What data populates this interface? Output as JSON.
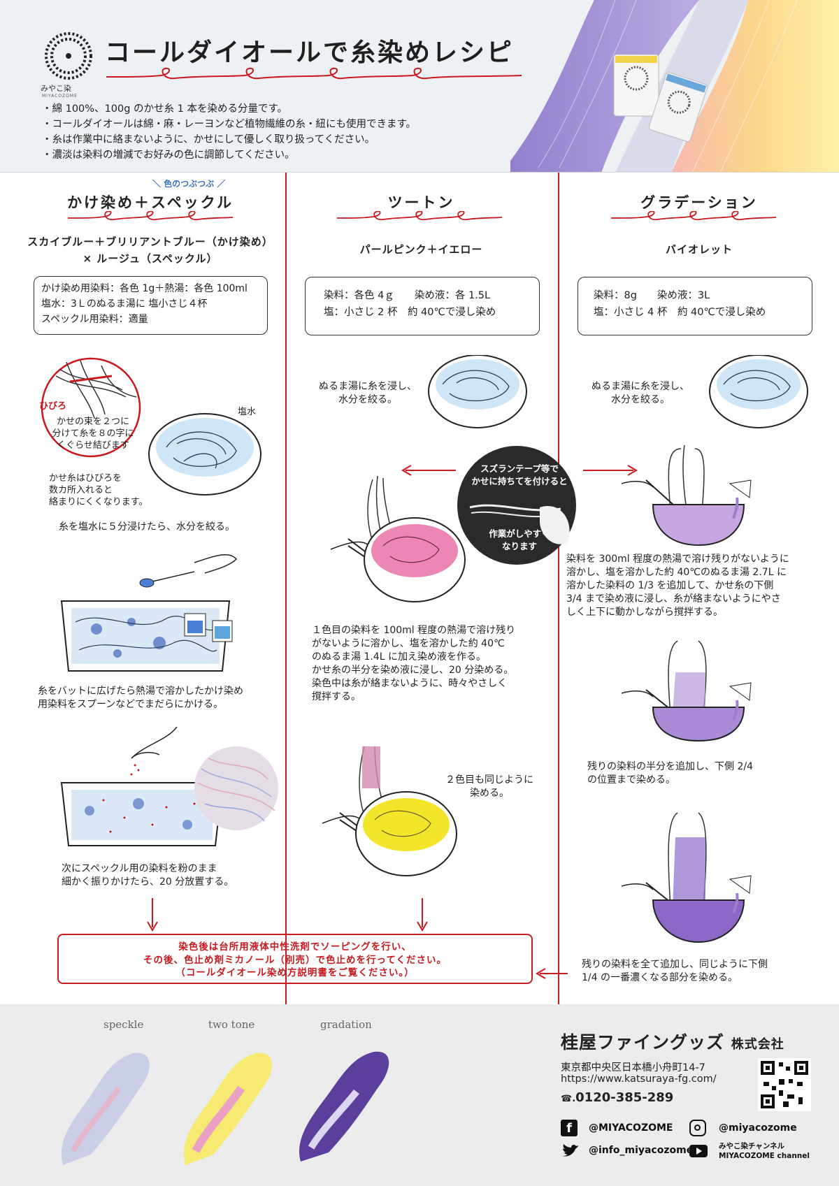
{
  "header": {
    "title": "コールダイオールで糸染めレシピ",
    "logo_text": "みやこ染",
    "logo_sub": "MIYACOZOME",
    "notes": [
      "・綿 100%、100g のかせ糸 1 本を染める分量です。",
      "・コールダイオールは綿・麻・レーヨンなど植物繊維の糸・紐にも使用できます。",
      "・糸は作業中に絡まないように、かせにして優しく取り扱ってください。",
      "・濃淡は染料の増減でお好みの色に調節してください。"
    ]
  },
  "columns": [
    {
      "tag": "＼ 色のつぶつぶ ／",
      "title": "かけ染め＋スペックル",
      "subtitle_lines": [
        "スカイブルー＋ブリリアントブルー（かけ染め）",
        "× ルージュ（スペックル）"
      ],
      "box_lines": [
        "かけ染め用染料：各色 1g＋熱湯：各色 100ml",
        "塩水：3Ｌのぬるま湯に 塩小さじ４杯",
        "スペックル用染料：適量"
      ],
      "hibiro_label": "ひびろ",
      "hibiro_lines": [
        "かせの束を２つに",
        "分けて糸を８の字に",
        "くぐらせ結びます"
      ],
      "shiomizu_label": "塩水",
      "note_lines": [
        "かせ糸はひびろを",
        "数カ所入れると",
        "絡まりにくくなります。"
      ],
      "step1": "糸を塩水に５分浸けたら、水分を絞る。",
      "step2_lines": [
        "糸をバットに広げたら熱湯で溶かしたかけ染め",
        "用染料をスプーンなどでまだらにかける。"
      ],
      "step3_lines": [
        "次にスペックル用の染料を粉のまま",
        "細かく振りかけたら、20 分放置する。"
      ]
    },
    {
      "title": "ツートン",
      "subtitle_lines": [
        "パールピンク＋イエロー"
      ],
      "box_lines": [
        "染料：各色 4ｇ　　染め液：各 1.5L",
        "塩：小さじ 2 杯　約 40℃で浸し染め"
      ],
      "step1_lines": [
        "ぬるま湯に糸を浸し、",
        "水分を絞る。"
      ],
      "tape_lines": [
        "スズランテープ等で",
        "かせに持ちてを付けると"
      ],
      "tape_lines2": [
        "作業がしやすく",
        "なります"
      ],
      "step2_lines": [
        "１色目の染料を 100ml 程度の熱湯で溶け残り",
        "がないように溶かし、塩を溶かした約 40℃",
        "のぬるま湯 1.4L に加え染め液を作る。",
        "かせ糸の半分を染め液に浸し、20 分染める。",
        "染色中は糸が絡まないように、時々やさしく",
        "撹拌する。"
      ],
      "step3_lines": [
        "２色目も同じように",
        "染める。"
      ]
    },
    {
      "title": "グラデーション",
      "subtitle_lines": [
        "バイオレット"
      ],
      "box_lines": [
        "染料：8g　　染め液：3L",
        "塩：小さじ 4 杯　約 40℃で浸し染め"
      ],
      "step1_lines": [
        "ぬるま湯に糸を浸し、",
        "水分を絞る。"
      ],
      "step2_lines": [
        "染料を 300ml 程度の熱湯で溶け残りがないように",
        "溶かし、塩を溶かした約 40℃のぬるま湯 2.7L に",
        "溶かした染料の 1/3 を追加して、かせ糸の下側",
        "3/4 まで染め液に浸し、糸が絡まないようにやさ",
        "しく上下に動かしながら撹拌する。"
      ],
      "step3_lines": [
        "残りの染料の半分を追加し、下側 2/4",
        "の位置まで染める。"
      ],
      "step4_lines": [
        "残りの染料を全て追加し、同じように下側",
        "1/4 の一番濃くなる部分を染める。"
      ]
    }
  ],
  "notice_lines": [
    "染色後は台所用液体中性洗剤でソーピングを行い、",
    "その後、色止め剤ミカノール（別売）で色止めを行ってください。",
    "（コールダイオール染め方説明書をご覧ください。）"
  ],
  "footer": {
    "yarn_labels": [
      "speckle",
      "two tone",
      "gradation"
    ],
    "company": "桂屋ファイングッズ",
    "company_suffix": "株式会社",
    "address": "東京都中央区日本橋小舟町14-7",
    "url": "https://www.katsuraya-fg.com/",
    "phone": "0120-385-289",
    "facebook": "@MIYACOZOME",
    "instagram": "@miyacozome",
    "twitter": "@info_miyacozome",
    "youtube_line1": "みやこ染チャンネル",
    "youtube_line2": "MIYACOZOME channel"
  },
  "colors": {
    "accent_red": "#c8191e",
    "blue_tag": "#3d6fc4",
    "violet": "#9b7fc9",
    "pink": "#e77fae",
    "yellow": "#f3e62a"
  }
}
